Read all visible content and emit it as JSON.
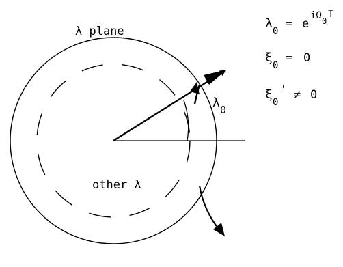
{
  "labels": {
    "plane": "λ plane",
    "region": "other λ",
    "point": "λ",
    "point_sub": "0"
  },
  "equations": {
    "eq1": {
      "lhs": "λ",
      "lhs_sub": "0",
      "rel": "=",
      "base": "e",
      "exp": "iΩ",
      "exp_sub": "0",
      "exp_tail": "T"
    },
    "eq2": {
      "lhs": "ξ",
      "lhs_sub": "0",
      "rel": "=",
      "rhs": "0"
    },
    "eq3": {
      "lhs": "ξ",
      "lhs_sub": "0",
      "prime": "'",
      "rel": "≠",
      "rhs": "0"
    }
  }
}
